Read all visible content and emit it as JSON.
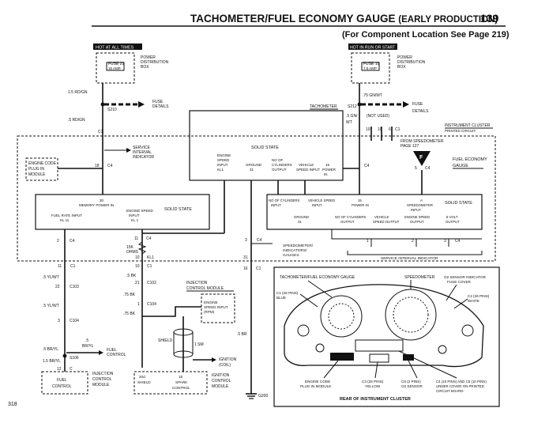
{
  "header": {
    "title": "TACHOMETER/FUEL ECONOMY GAUGE",
    "subtitle": "(EARLY PRODUCTION)",
    "page_number": "139",
    "location_note": "(For Component Location See Page 219)",
    "footer_page": "318"
  },
  "left_power": {
    "tag": "HOT AT ALL TIMES",
    "fuse": "FUSE 21",
    "amp": "15 AMP",
    "box": [
      "POWER",
      "DISTRIBUTION",
      "BOX"
    ],
    "wire1": "1.5 RD/GN",
    "splice": "S210",
    "fuse_details": [
      "FUSE",
      "DETAILS"
    ],
    "wire2": ".5 RD/GN",
    "conn": "C1"
  },
  "right_power": {
    "tag": "HOT IN RUN OR START",
    "fuse": "FUSE 19",
    "amp": "7.5 AMP",
    "box": [
      "POWER",
      "DISTRIBUTION",
      "BOX"
    ],
    "wire1": ".75 GN/WT",
    "splice": "S212",
    "fuse_details": [
      "FUSE",
      "DETAILS"
    ],
    "tachometer": "TACHOMETER",
    "wire2": [
      ".5 GN/",
      "WT"
    ],
    "not_used": "(NOT USED)",
    "pins": [
      "19",
      "10",
      "6",
      "C1"
    ],
    "from_speedo": [
      "FROM SPEEDOMETER",
      "PAGE 127"
    ]
  },
  "cluster": {
    "label": [
      "INSTRUMENT CLUSTER",
      "PRINTED CIRCUIT"
    ],
    "fuel_gauge": [
      "FUEL ECONOMY",
      "GAUGE"
    ],
    "service_indicator": [
      "SERVICE",
      "INTERVAL",
      "INDICATOR"
    ],
    "ecm_plug": [
      "ENGINE CODE",
      "PLUG IN",
      "MODULE"
    ],
    "left_pin": "18",
    "left_conn": "C4",
    "right_pin": "5",
    "right_conn": "C4",
    "flag": "F"
  },
  "top_solid": {
    "title": "SOLID STATE",
    "cols": [
      [
        "ENGINE",
        "SPEED",
        "INPUT",
        "KL1"
      ],
      [
        "GROUND",
        "31"
      ],
      [
        "NO OF",
        "CYLINDERS",
        "OUTPUT"
      ],
      [
        "VEHICLE",
        "SPEED INPUT"
      ],
      [
        "15",
        "POWER",
        "IN"
      ]
    ]
  },
  "left_solid": {
    "memory": [
      "30",
      "MEMORY POWER IN"
    ],
    "fuel_rate": [
      "FUEL RATE INPUT",
      "KL 11"
    ],
    "engine_speed": [
      "ENGINE SPEED",
      "INPUT",
      "KL 1"
    ],
    "title": "SOLID STATE"
  },
  "right_solid": {
    "labels": [
      [
        "NO OF CYLINDERS",
        "INPUT"
      ],
      [
        "VEHICLE SPEED",
        "INPUT"
      ],
      [
        "15",
        "POWER IN"
      ],
      [
        "A",
        "SPEEDOMETER",
        "INPUT"
      ],
      [
        "GROUND",
        "31"
      ],
      [
        "NO OF CYLINDERS",
        "OUTPUT"
      ],
      [
        "VEHICLE",
        "SPEED OUTPUT"
      ],
      [
        "ENGINE SPEED",
        "OUTPUT"
      ],
      [
        "8 VOLT",
        "OUTPUT"
      ]
    ],
    "title": "SOLID STATE"
  },
  "lower_cluster": {
    "c4_left": [
      "2",
      "C4"
    ],
    "pin11": "11",
    "c4_mid": "C4",
    "res": [
      "15K",
      "OHMS"
    ],
    "pin10": "10",
    "kl1": "KL1",
    "pin3": "3",
    "c4_r": "C4",
    "speedo_gauge": [
      "SPEEDOMETER/",
      "INDICATORS/",
      "GAUGES"
    ],
    "pins_right": [
      "1",
      "2",
      "3",
      "C4"
    ],
    "service_bracket": "SERVICE INTERVAL INDICATOR"
  },
  "lower_left": {
    "c1_pin": "11",
    "c1": "C1",
    "wire_a": ".5 YL/WT",
    "c103_pin": "22",
    "c103": "C103",
    "wire_b": ".5 YL/WT",
    "c104_pin": "3",
    "c104": "C104",
    "wire_c": [
      ".5",
      "BR/YL"
    ],
    "wire_d": ".5 BR/YL",
    "s106": "S106",
    "wire_e": "1.5 BR/YL",
    "fuel_control": [
      "FUEL",
      "CONTROL"
    ],
    "pin12": "12",
    "inj_pin": "C",
    "module": [
      "FUEL",
      "CONTROL"
    ],
    "module_label": [
      "INJECTION",
      "CONTROL",
      "MODULE"
    ]
  },
  "lower_mid": {
    "c1_pin": "10",
    "c1": "C1",
    "wire_a": ".5 BK",
    "c102_pin": "21",
    "c102": "C102",
    "wire_b": ".75 BK",
    "c104_pin": "1",
    "c104": "C104",
    "wire_c": ".75 BK",
    "inj_module": [
      "INJECTION",
      "CONTROL MODULE"
    ],
    "eng_speed_input": [
      "ENGINE",
      "SPEED INPUT",
      "(RPM)"
    ],
    "shield": "SHIELD",
    "lsm": "1 SM",
    "ignition_coil": [
      "IGNITION",
      "(COIL)"
    ],
    "pin20d": "20d",
    "shield2": "SHIELD",
    "pin15": "15",
    "spark": [
      "SPARK",
      "CONTROL"
    ],
    "ign_module": [
      "IGNITION",
      "CONTROL",
      "MODULE"
    ]
  },
  "lower_right_wire": {
    "pin31": "31",
    "c1_pin": "16",
    "c1": "C1",
    "wire": ".5 BR",
    "ground": "G200"
  },
  "cluster_drawing": {
    "title": "TACHOMETER/FUEL ECONOMY GAUGE",
    "speedometer": "SPEEDOMETER",
    "o2_indicator": [
      "O2 SENSOR INDICATOR",
      "FUSE COVER"
    ],
    "c1": [
      "C1 (26 PINS)",
      "BLUE"
    ],
    "c2": [
      "C2 (26 PINS)",
      "WHITE"
    ],
    "ecm": [
      "ENGINE CODE",
      "PLUG IN MODULE"
    ],
    "c3": [
      "C3 (26 PINS)",
      "YELLOW"
    ],
    "c6": [
      "C6 (2 PINS)",
      "O2 SENSOR"
    ],
    "c4c5": [
      "C4 (10 PINS) AND C5 (10 PINS)",
      "UNDER COVER ON PRINTED",
      "CIRCUIT BOARD"
    ],
    "caption": "REAR OF INSTRUMENT CLUSTER"
  }
}
